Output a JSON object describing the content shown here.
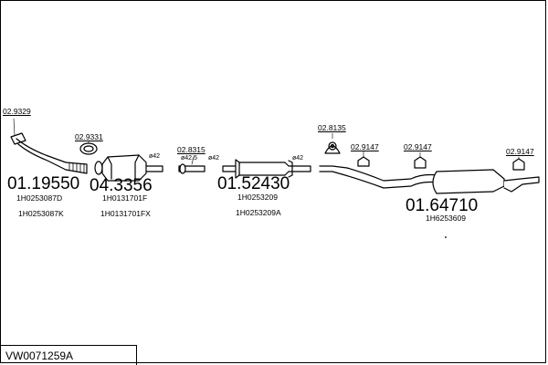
{
  "diagram": {
    "code": "VW0071259A",
    "parts": [
      {
        "number": "01.19550",
        "refs": [
          "1H0253087D",
          "1H0253087K"
        ]
      },
      {
        "number": "04.3356",
        "refs": [
          "1H0131701F",
          "1H0131701FX"
        ]
      },
      {
        "number": "01.52430",
        "refs": [
          "1H0253209",
          "1H0253209A"
        ]
      },
      {
        "number": "01.64710",
        "refs": [
          "1H6253609"
        ]
      }
    ],
    "fittings": [
      "02.9329",
      "02.9331",
      "02.8315",
      "02.8135",
      "02.9147",
      "02.9147",
      "02.9147"
    ],
    "dimensions": [
      "ø42",
      "ø42.5",
      "ø42",
      "ø42"
    ]
  }
}
